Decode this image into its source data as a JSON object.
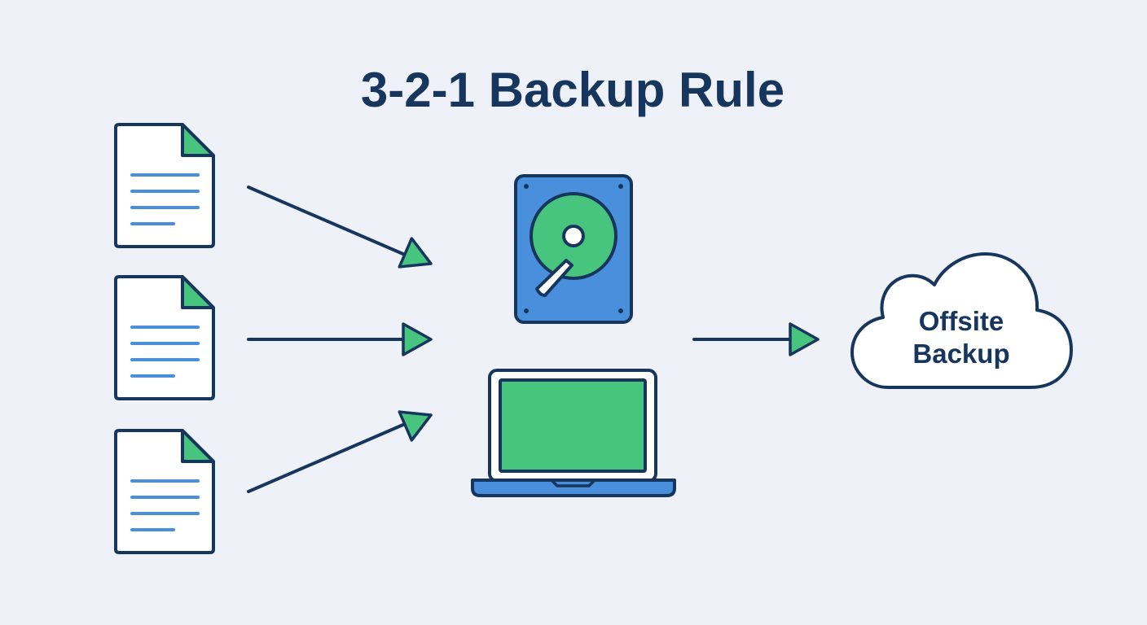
{
  "diagram": {
    "title": "3-2-1 Backup Rule",
    "cloud_label_line1": "Offsite",
    "cloud_label_line2": "Backup",
    "nodes": {
      "source_files": [
        "document-icon",
        "document-icon",
        "document-icon"
      ],
      "local_copies": [
        "hard-drive-icon",
        "laptop-icon"
      ],
      "offsite": "cloud-icon"
    },
    "colors": {
      "background": "#eef1f7",
      "outline": "#17365d",
      "accent_green": "#47c47d",
      "accent_blue": "#4a8fdc",
      "paper": "#ffffff"
    }
  }
}
